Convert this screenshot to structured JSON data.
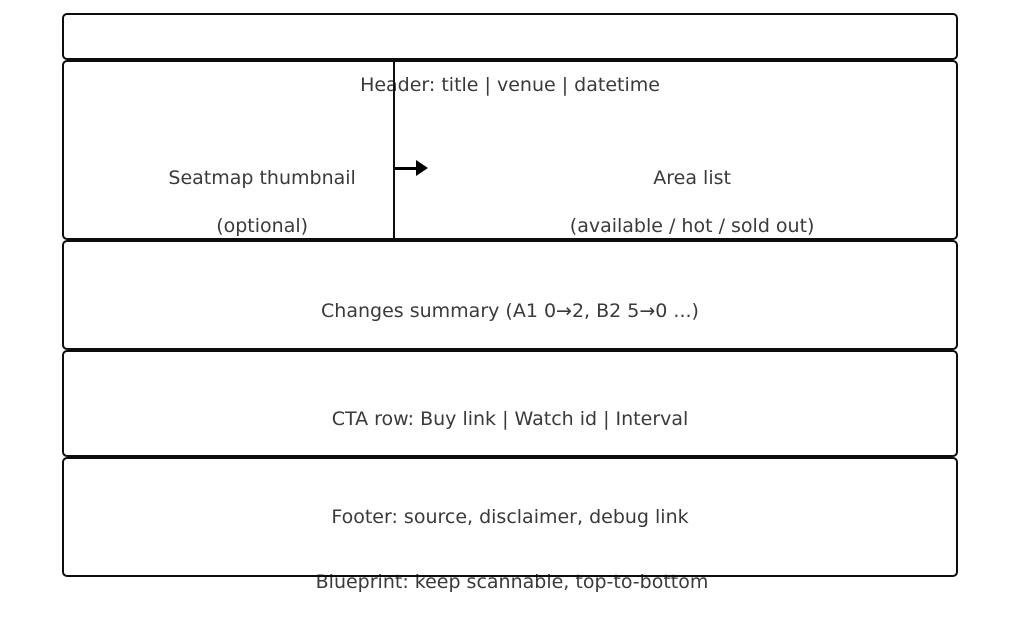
{
  "page": {
    "background_color": "#ffffff",
    "line_color": "#0d0d0d",
    "text_color": "#3a3a3a"
  },
  "blueprint": {
    "header_bar": {
      "label": ""
    },
    "header_text": "Header: title | venue | datetime",
    "seatmap": {
      "line1": "Seatmap thumbnail",
      "line2": "(optional)"
    },
    "area_list": {
      "line1": "Area list",
      "line2": "(available / hot / sold out)"
    },
    "arrow_icon": "right-arrow",
    "changes_summary": "Changes summary (A1 0→2, B2 5→0 ...)",
    "cta_row": "CTA row: Buy link | Watch id | Interval",
    "footer": "Footer: source, disclaimer, debug link",
    "caption": "Blueprint: keep scannable, top-to-bottom"
  }
}
